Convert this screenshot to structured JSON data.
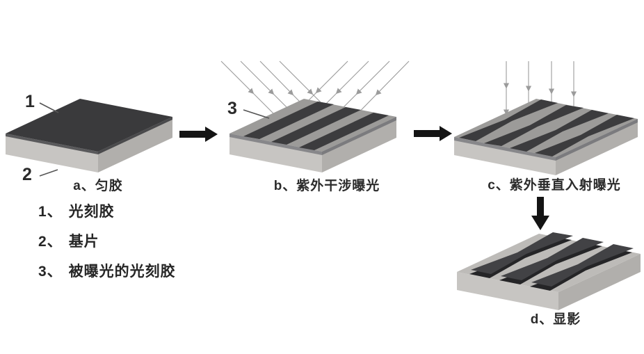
{
  "figure": {
    "title_semantic": "photolithography-process-steps",
    "panels": [
      {
        "id": "a",
        "step_label": "a、匀胶"
      },
      {
        "id": "b",
        "step_label": "b、紫外干涉曝光"
      },
      {
        "id": "c",
        "step_label": "c、紫外垂直入射曝光"
      },
      {
        "id": "d",
        "step_label": "d、显影"
      }
    ],
    "callout_numbers": {
      "n1": "1",
      "n2": "2",
      "n3": "3"
    },
    "legend": {
      "items": [
        {
          "marker": "1、",
          "label": "光刻胶"
        },
        {
          "marker": "2、",
          "label": "基片"
        },
        {
          "marker": "3、",
          "label": "被曝光的光刻胶"
        }
      ]
    },
    "colors": {
      "photoresist_dark": "#3a3a3c",
      "exposed_surface_gray": "#9c9b99",
      "substrate_front": "#c7c5c2",
      "substrate_side": "#b1afac",
      "resist_edge_band": "#87878a",
      "ridge_side": "#252527",
      "ridge_top": "#424245",
      "process_arrow_black": "#141414",
      "uv_ray_gray": "#9b9b9b"
    }
  }
}
